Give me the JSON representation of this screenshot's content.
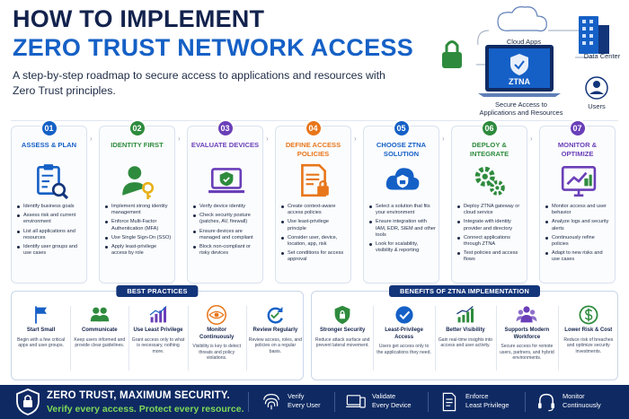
{
  "header": {
    "title_line1": "HOW TO IMPLEMENT",
    "title_line2": "ZERO TRUST NETWORK ACCESS",
    "subtitle": "A step-by-step roadmap to secure access to applications and resources with Zero Trust principles."
  },
  "hero": {
    "cloud_apps": "Cloud Apps",
    "data_center": "Data Center",
    "users": "Users",
    "ztna": "ZTNA",
    "caption": "Secure Access to Applications and Resources"
  },
  "steps": [
    {
      "num": "01",
      "title": "ASSESS & PLAN",
      "color": "#1560c6",
      "icon": "clipboard-search-icon",
      "items": [
        "Identify business goals",
        "Assess risk and current environment",
        "List all applications and resources",
        "Identify user groups and use cases"
      ]
    },
    {
      "num": "02",
      "title": "IDENTITY FIRST",
      "color": "#2e8b3d",
      "icon": "user-key-icon",
      "items": [
        "Implement strong identity management",
        "Enforce Multi-Factor Authentication (MFA)",
        "Use Single Sign-On (SSO)",
        "Apply least-privilege access by role"
      ]
    },
    {
      "num": "03",
      "title": "EVALUATE DEVICES",
      "color": "#6a3fb8",
      "icon": "laptop-shield-icon",
      "items": [
        "Verify device identity",
        "Check security posture (patches, AV, firewall)",
        "Ensure devices are managed and compliant",
        "Block non-compliant or risky devices"
      ]
    },
    {
      "num": "04",
      "title": "DEFINE ACCESS POLICIES",
      "color": "#e8761a",
      "icon": "document-lock-icon",
      "items": [
        "Create context-aware access policies",
        "Use least-privilege principle",
        "Consider user, device, location, app, risk",
        "Set conditions for access approval"
      ]
    },
    {
      "num": "05",
      "title": "CHOOSE ZTNA SOLUTION",
      "color": "#1560c6",
      "icon": "cloud-shield-icon",
      "items": [
        "Select a solution that fits your environment",
        "Ensure integration with IAM, EDR, SIEM and other tools",
        "Look for scalability, visibility & reporting"
      ]
    },
    {
      "num": "06",
      "title": "DEPLOY & INTEGRATE",
      "color": "#2e8b3d",
      "icon": "gears-icon",
      "items": [
        "Deploy ZTNA gateway or cloud service",
        "Integrate with identity provider and directory",
        "Connect applications through ZTNA",
        "Test policies and access flows"
      ]
    },
    {
      "num": "07",
      "title": "MONITOR & OPTIMIZE",
      "color": "#6a3fb8",
      "icon": "monitor-chart-icon",
      "items": [
        "Monitor access and user behavior",
        "Analyze logs and security alerts",
        "Continuously refine policies",
        "Adapt to new risks and use cases"
      ]
    }
  ],
  "best_practices": {
    "title": "BEST PRACTICES",
    "items": [
      {
        "title": "Start Small",
        "desc": "Begin with a few critical apps and user groups.",
        "icon": "flag-icon",
        "color": "#1560c6"
      },
      {
        "title": "Communicate",
        "desc": "Keep users informed and provide clear guidelines.",
        "icon": "people-icon",
        "color": "#2e8b3d"
      },
      {
        "title": "Use Least Privilege",
        "desc": "Grant access only to what is necessary, nothing more.",
        "icon": "bar-chart-icon",
        "color": "#6a3fb8"
      },
      {
        "title": "Monitor Continuously",
        "desc": "Visibility is key to detect threats and policy violations.",
        "icon": "eye-icon",
        "color": "#e8761a"
      },
      {
        "title": "Review Regularly",
        "desc": "Review access, roles, and policies on a regular basis.",
        "icon": "refresh-icon",
        "color": "#1560c6"
      }
    ]
  },
  "benefits": {
    "title": "BENEFITS OF ZTNA IMPLEMENTATION",
    "items": [
      {
        "title": "Stronger Security",
        "desc": "Reduce attack surface and prevent lateral movement.",
        "icon": "shield-lock-icon",
        "color": "#2e8b3d"
      },
      {
        "title": "Least-Privilege Access",
        "desc": "Users get access only to the applications they need.",
        "icon": "check-circle-icon",
        "color": "#1560c6"
      },
      {
        "title": "Better Visibility",
        "desc": "Gain real-time insights into access and user activity.",
        "icon": "trend-chart-icon",
        "color": "#2e8b3d"
      },
      {
        "title": "Supports Modern Workforce",
        "desc": "Secure access for remote users, partners, and hybrid environments.",
        "icon": "team-icon",
        "color": "#6a3fb8"
      },
      {
        "title": "Lower Risk & Cost",
        "desc": "Reduce risk of breaches and optimize security investments.",
        "icon": "dollar-icon",
        "color": "#2e8b3d"
      }
    ]
  },
  "footer": {
    "tagline1": "ZERO TRUST, MAXIMUM SECURITY.",
    "tagline2": "Verify every access. Protect every resource.",
    "items": [
      {
        "l1": "Verify",
        "l2": "Every User",
        "icon": "fingerprint-icon"
      },
      {
        "l1": "Validate",
        "l2": "Every Device",
        "icon": "devices-icon"
      },
      {
        "l1": "Enforce",
        "l2": "Least Privilege",
        "icon": "document-icon"
      },
      {
        "l1": "Monitor",
        "l2": "Continuously",
        "icon": "headset-icon"
      }
    ]
  }
}
